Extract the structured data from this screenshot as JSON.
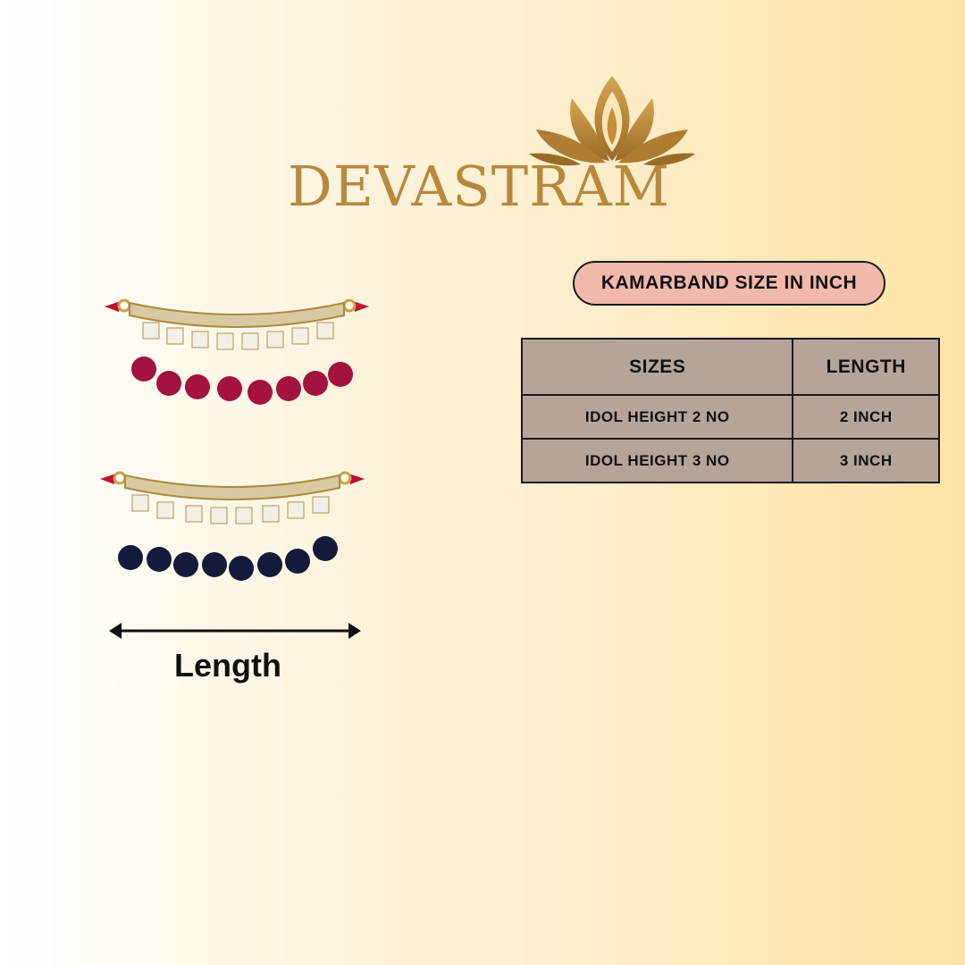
{
  "brand": {
    "name": "DEVASTRAM",
    "gold": "#b8893d",
    "logo_icon": "lotus-icon"
  },
  "product_images": [
    {
      "name": "red-bead-kamarband",
      "bead_color": "#a4123f"
    },
    {
      "name": "blue-bead-kamarband",
      "bead_color": "#141a3a"
    }
  ],
  "dimension": {
    "label": "Length",
    "icon": "double-arrow-icon"
  },
  "size_chart": {
    "title": "KAMARBAND SIZE IN INCH",
    "title_bg": "#f0b9a9",
    "table_bg": "#b4a499",
    "headers": [
      "SIZES",
      "LENGTH"
    ],
    "rows": [
      [
        "IDOL HEIGHT 2 NO",
        "2 INCH"
      ],
      [
        "IDOL HEIGHT 3 NO",
        "3 INCH"
      ]
    ]
  }
}
